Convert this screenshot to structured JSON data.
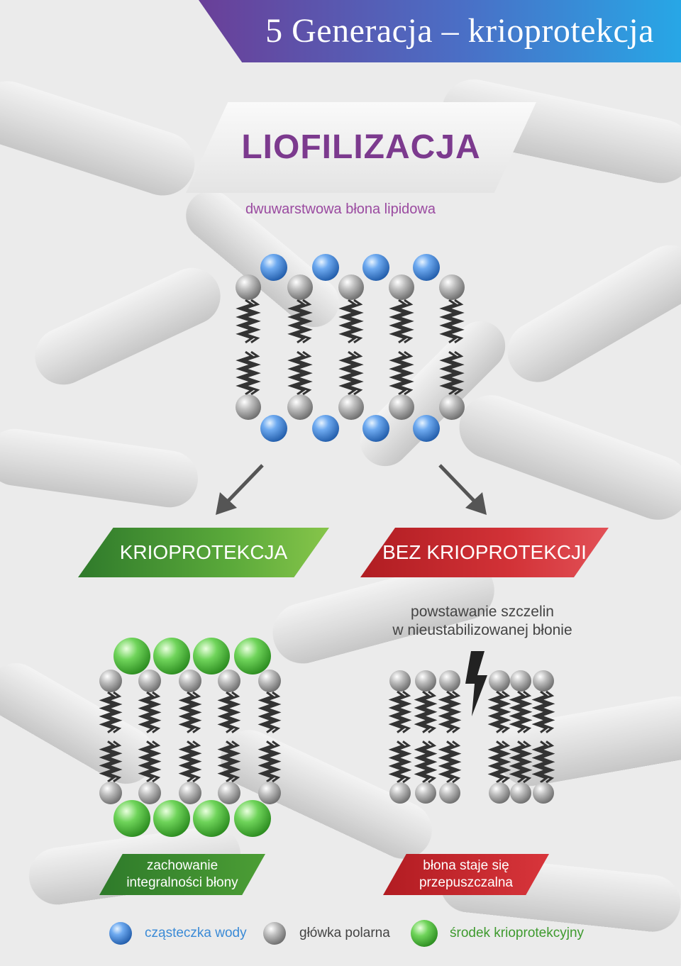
{
  "header": {
    "title": "5 Generacja – krioprotekcja"
  },
  "main": {
    "title": "LIOFILIZACJA",
    "subtitle": "dwuwarstwowa błona lipidowa"
  },
  "branches": {
    "left": {
      "label": "KRIOPROTEKCJA",
      "result": [
        "zachowanie",
        "integralności błony"
      ]
    },
    "right": {
      "label": "BEZ KRIOPROTEKCJI",
      "caption": [
        "powstawanie szczelin",
        "w nieustabilizowanej błonie"
      ],
      "result": [
        "błona staje się",
        "przepuszczalna"
      ]
    }
  },
  "legend": {
    "water": "cząsteczka wody",
    "head": "główka polarna",
    "cryo": "środek krioprotekcyjny"
  },
  "colors": {
    "water": "#3a7fd6",
    "head": "#9a9a9a",
    "cryo": "#48b83a",
    "green_banner": "#4c9e35",
    "red_banner": "#c8262c",
    "title_purple": "#7c3a8e"
  }
}
